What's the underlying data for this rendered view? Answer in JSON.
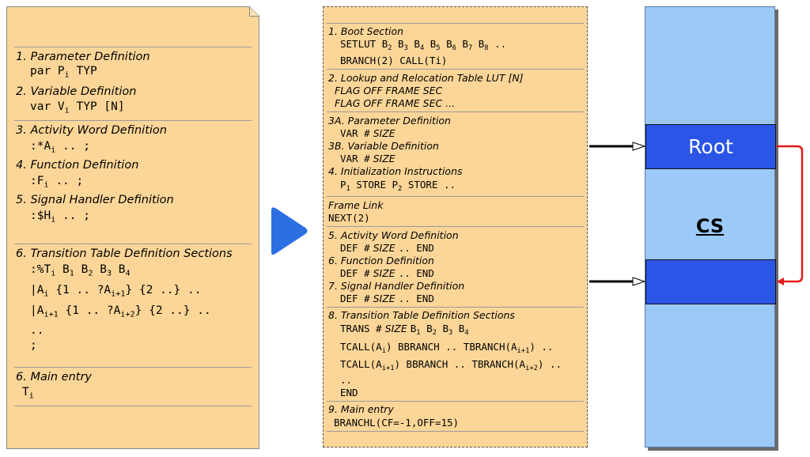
{
  "colors": {
    "panel_fill": "#fcd698",
    "cs_fill": "#9ccaf8",
    "block_fill": "#2a55e6",
    "arrow_red": "#e31a1a",
    "play_arrow": "#2b6fe3"
  },
  "source": {
    "p_title": "1. Parameter Definition",
    "p_par": "par P",
    "p_par_sub": "i",
    "p_par_typ": "TYP",
    "v_title": "2. Variable Definition",
    "v_var": "var V",
    "v_var_sub": "i",
    "v_var_typ": "TYP [N]",
    "a_title": "3. Activity Word Definition",
    "a_code": ":*A",
    "a_sub": "i",
    "a_tail": ".. ;",
    "f_title": "4. Function Definition",
    "f_code": ":F",
    "f_sub": "i",
    "f_tail": ".. ;",
    "s_title": "5. Signal Handler Definition",
    "s_code": ":$H",
    "s_sub": "i",
    "s_tail": ".. ;",
    "t_title": "6. Transition Table Definition Sections",
    "t_l1_a": ":%T",
    "t_l1_a_sub": "i",
    "t_l1_b": "B",
    "t_l1_b_sub": "1",
    "t_l1_c": "B",
    "t_l1_c_sub": "2",
    "t_l1_d": "B",
    "t_l1_d_sub": "3",
    "t_l1_e": "B",
    "t_l1_e_sub": "4",
    "t_l2_a": "|A",
    "t_l2_a_sub": "i",
    "t_l2_b": "{1 .. ?A",
    "t_l2_b_sub": "i+1",
    "t_l2_c": "} {2 ..} ..",
    "t_l3_a": "|A",
    "t_l3_a_sub": "i+1",
    "t_l3_b": "{1 .. ?A",
    "t_l3_b_sub": "i+2",
    "t_l3_c": "} {2 ..} ..",
    "t_l4": "..",
    "t_l5": ";",
    "m_title": "6. Main entry",
    "m_code": "T",
    "m_sub": "i"
  },
  "compiled": {
    "boot_title": "1. Boot Section",
    "boot_l1": "SETLUT",
    "boot_b": [
      "B",
      "B",
      "B",
      "B",
      "B",
      "B",
      "B"
    ],
    "boot_b_sub": [
      "2",
      "3",
      "4",
      "5",
      "6",
      "7",
      "8"
    ],
    "boot_l1_tail": "..",
    "boot_l2": "BRANCH(2) CALL(Ti)",
    "lut_title": "2. Lookup and Relocation Table LUT [N]",
    "lut_l1": "FLAG OFF FRAME SEC",
    "lut_l2": "FLAG OFF FRAME SEC ...",
    "p_title": "3A. Parameter Definition",
    "p_code": "VAR #",
    "p_size": "SIZE",
    "v_title": "3B. Variable Definition",
    "v_code": "VAR #",
    "v_size": "SIZE",
    "init_title": "4. Initialization Instructions",
    "init_p": "P",
    "init_p1_sub": "1",
    "init_store1": "STORE P",
    "init_p2_sub": "2",
    "init_store2": "STORE ..",
    "frame_title": "Frame Link",
    "frame_code": "NEXT(2)",
    "a_title": "5. Activity Word Definition",
    "a_code": "DEF #",
    "a_size": "SIZE",
    "a_tail": ".. END",
    "f_title": "6. Function Definition",
    "f_code": "DEF #",
    "f_size": "SIZE",
    "f_tail": ".. END",
    "s_title": "7. Signal Handler Definition",
    "s_code": "DEF #",
    "s_size": "SIZE",
    "s_tail": ".. END",
    "t_title": "8. Transition Table Definition Sections",
    "t_l1_a": "TRANS #",
    "t_l1_size": "SIZE",
    "t_l1_b": [
      "B",
      "B",
      "B",
      "B"
    ],
    "t_l1_b_sub": [
      "1",
      "2",
      "3",
      "4"
    ],
    "t_l2_a": "TCALL(A",
    "t_l2_a_sub": "i",
    "t_l2_b": ") BBRANCH .. TBRANCH(A",
    "t_l2_b_sub": "i+1",
    "t_l2_c": ") ..",
    "t_l3_a": "TCALL(A",
    "t_l3_a_sub": "i+1",
    "t_l3_b": ") BBRANCH .. TBRANCH(A",
    "t_l3_b_sub": "i+2",
    "t_l3_c": ") ..",
    "t_l4": "..",
    "t_l5": "END",
    "m_title": "9. Main entry",
    "m_code": "BRANCHL(CF=-1,OFF=15)"
  },
  "memory": {
    "root_label": "Root",
    "cs_label": "CS"
  }
}
